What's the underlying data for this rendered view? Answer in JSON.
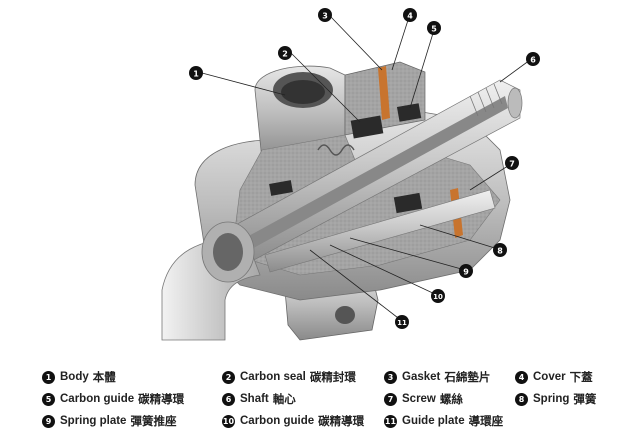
{
  "callouts": [
    "1",
    "2",
    "3",
    "4",
    "5",
    "6",
    "7",
    "8",
    "9",
    "10",
    "11"
  ],
  "legend": [
    {
      "num": "1",
      "en": "Body",
      "cn": "本體"
    },
    {
      "num": "2",
      "en": "Carbon seal",
      "cn": "碳精封環"
    },
    {
      "num": "3",
      "en": "Gasket",
      "cn": "石綿墊片"
    },
    {
      "num": "4",
      "en": "Cover",
      "cn": "下蓋"
    },
    {
      "num": "5",
      "en": "Carbon guide",
      "cn": "碳精導環"
    },
    {
      "num": "6",
      "en": "Shaft",
      "cn": "軸心"
    },
    {
      "num": "7",
      "en": "Screw",
      "cn": "螺絲"
    },
    {
      "num": "8",
      "en": "Spring",
      "cn": "彈簧"
    },
    {
      "num": "9",
      "en": "Spring plate",
      "cn": "彈簧推座"
    },
    {
      "num": "10",
      "en": "Carbon guide",
      "cn": "碳精導環"
    },
    {
      "num": "11",
      "en": "Guide plate",
      "cn": "導環座"
    }
  ],
  "colors": {
    "metal_light": "#d9d9d9",
    "metal_mid": "#b3b3b3",
    "metal_dark": "#7a7a7a",
    "cut_face": "#9e9e9e",
    "carbon": "#2a2a2a",
    "gasket": "#c8742e",
    "callout": "#111111"
  }
}
